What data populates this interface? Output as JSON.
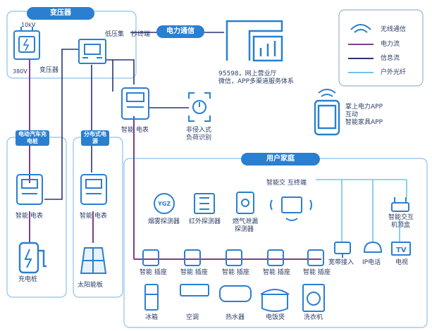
{
  "sections": {
    "transformer": "变压器",
    "power_comm": "电力通信",
    "user_home": "用户家庭",
    "ev_charging": "电动汽车充电桩",
    "distributed": "分布式电源"
  },
  "labels": {
    "v10kv": "10kV",
    "v380": "380V",
    "transformer": "变压器",
    "concentrator": "低压集",
    "terminal": "抄终端",
    "smart_meter_top": "智能 电表",
    "smart_meter_ev": "智能 电表",
    "smart_meter_solar": "智能 电表",
    "charger": "充电桩",
    "solar": "太阳能板",
    "nonintrusive": "非侵入式",
    "load_id": "负荷识别",
    "service_line1": "95598，网上营业厅",
    "service_line2": "微信，APP多渠道服务体系",
    "app_line1": "掌上电力APP",
    "app_line2": "互动",
    "app_line3": "智能家具APP",
    "interactive_terminal": "智能交 互终端",
    "smoke": "烟雾探测器",
    "infrared": "红外探测器",
    "gas_line1": "燃气泄漏",
    "gas_line2": "探测器",
    "broadband": "宽带接入",
    "ip_phone": "IP电话",
    "tv": "电视",
    "settop_line1": "智能交互",
    "settop_line2": "机顶盒",
    "socket": "智能 插座",
    "fridge": "冰箱",
    "ac": "空调",
    "heater": "热水器",
    "cooker": "电饭煲",
    "washer": "洗衣机",
    "ygz": "YGZ",
    "tv_icon": "TV"
  },
  "legend": {
    "wireless": "无线通信",
    "power": "电力流",
    "info": "信息流",
    "fiber": "户外光纤"
  },
  "colors": {
    "frame": "#8fc1e8",
    "power": "#7a3f8c",
    "info": "#2a3570",
    "fiber": "#6bc6ea",
    "icon": "#2a7fd1",
    "header": "#2a7fd1"
  }
}
